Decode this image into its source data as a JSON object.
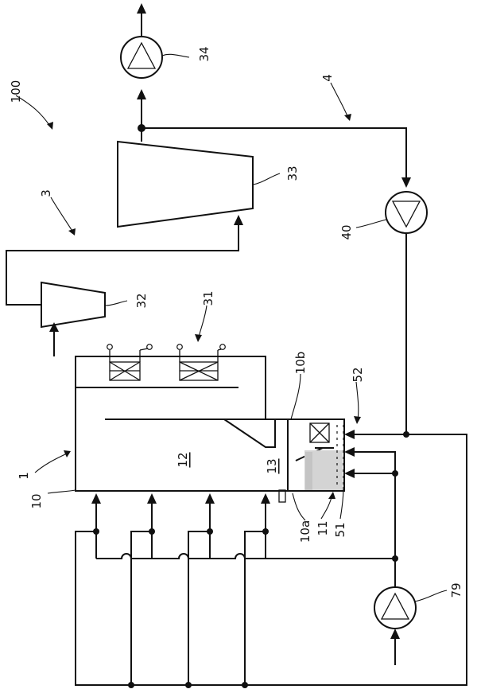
{
  "figure": {
    "colors": {
      "ink": "#111111",
      "background": "#ffffff",
      "shading": "#d4d4d4"
    },
    "labels": {
      "system": "100",
      "boiler": "1",
      "furnace_wall": "10",
      "bed_area_label": "10a",
      "opening_label": "10b",
      "bed": "11",
      "combustion_chamber": "12",
      "partition_chamber": "13",
      "heater_group": "31",
      "hp_turbine": "32",
      "lp_turbine": "33",
      "generator": "34",
      "feed_pump": "40",
      "air_nozzles": "51",
      "distributor": "52",
      "blower": "79",
      "steam_line": "3",
      "water_line": "4"
    }
  }
}
